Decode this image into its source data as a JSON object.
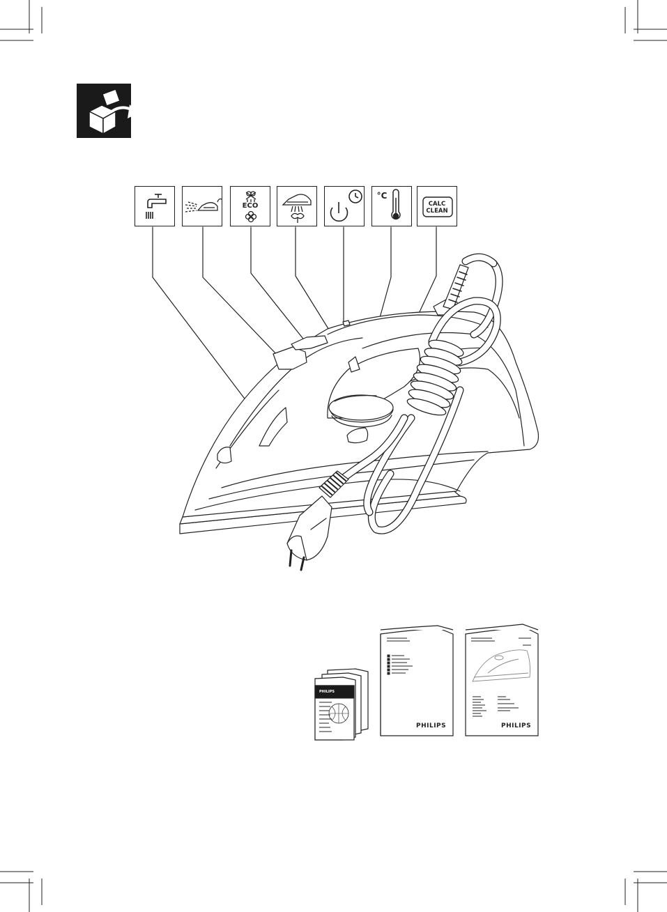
{
  "unpack_icon": "unpack-box-icon",
  "feature_icons": [
    {
      "name": "tap-water-icon",
      "text": ""
    },
    {
      "name": "spray-icon",
      "text": ""
    },
    {
      "name": "eco-icon",
      "text": "ECO"
    },
    {
      "name": "steam-boost-icon",
      "text": ""
    },
    {
      "name": "auto-off-icon",
      "text": ""
    },
    {
      "name": "temperature-icon",
      "text": "°C"
    },
    {
      "name": "calc-clean-icon",
      "text": "CALC\nCLEAN"
    }
  ],
  "labels": {
    "eco": "ECO",
    "temp_unit": "°C",
    "calc_line1": "CALC",
    "calc_line2": "CLEAN"
  },
  "booklets": {
    "small_brand": "PHILIPS",
    "manual_brand": "PHILIPS",
    "guide_brand": "PHILIPS"
  },
  "colors": {
    "line": "#1a1a1a",
    "fill_dark": "#1a1a1a",
    "background": "#ffffff"
  }
}
